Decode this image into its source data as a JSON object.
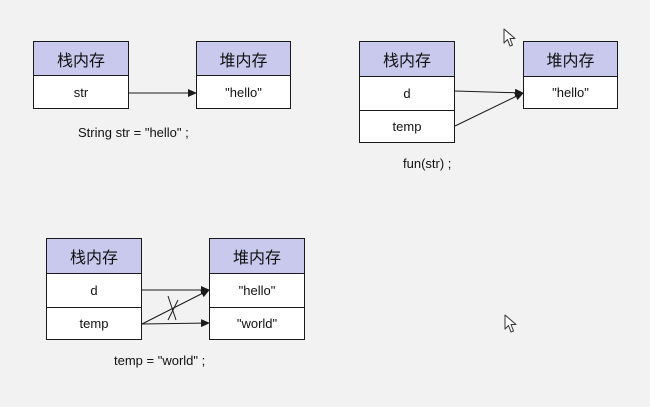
{
  "colors": {
    "header_fill": "#c9c9ee",
    "background": "#f2f2f2",
    "line": "#1a1a1a"
  },
  "diagram1": {
    "stack": {
      "header": "栈内存",
      "cells": [
        "str"
      ]
    },
    "heap": {
      "header": "堆内存",
      "cells": [
        "\"hello\""
      ]
    },
    "caption": "String str = \"hello\" ;"
  },
  "diagram2": {
    "stack": {
      "header": "栈内存",
      "cells": [
        "d",
        "temp"
      ]
    },
    "heap": {
      "header": "堆内存",
      "cells": [
        "\"hello\""
      ]
    },
    "caption": "fun(str) ;"
  },
  "diagram3": {
    "stack": {
      "header": "栈内存",
      "cells": [
        "d",
        "temp"
      ]
    },
    "heap": {
      "header": "堆内存",
      "cells": [
        "\"hello\"",
        "\"world\""
      ]
    },
    "caption": "temp = \"world\" ;"
  },
  "icons": [
    "mouse-cursor-icon",
    "mouse-cursor-icon"
  ]
}
